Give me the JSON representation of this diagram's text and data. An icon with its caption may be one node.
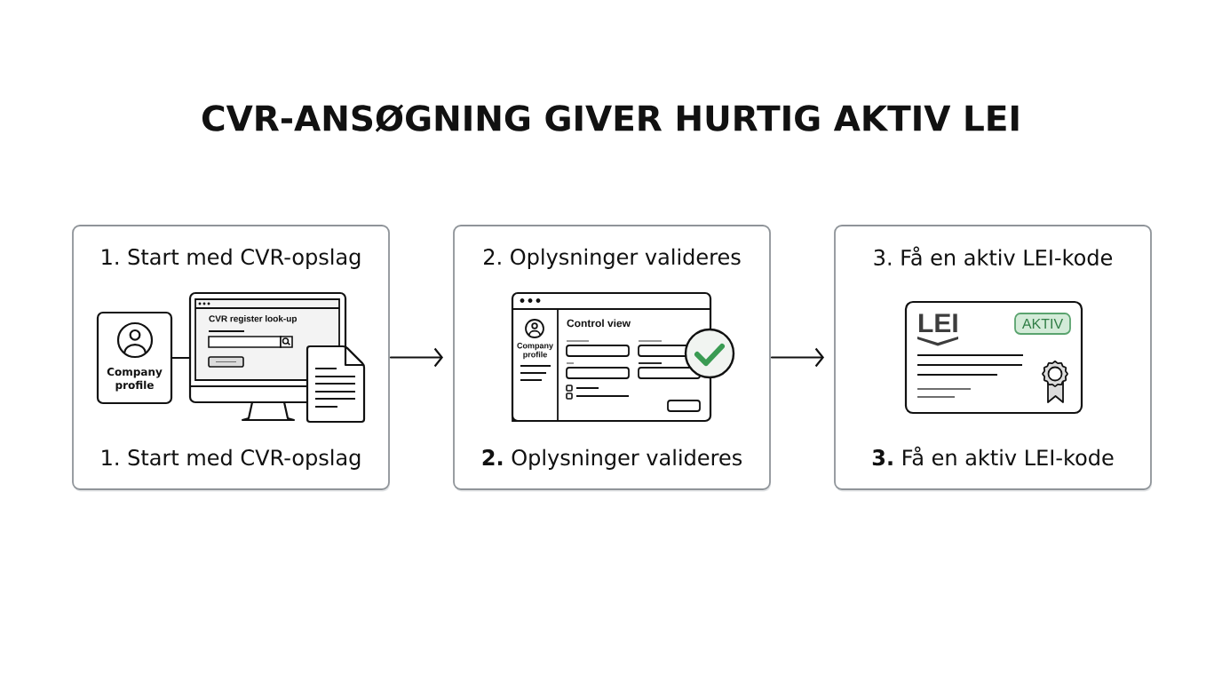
{
  "diagram": {
    "title": "CVR-ANSØGNING GIVER HURTIG AKTIV LEI",
    "nodes": [
      {
        "text": [
          "1. Start med CVR-opslag",
          "1. Start med CVR-opslag"
        ]
      },
      {
        "text": [
          "Company profile"
        ],
        "in": 0
      },
      {
        "text": [
          "CVR register look-up"
        ],
        "in": 0
      },
      {
        "text": [
          "2. Oplysninger valideres",
          "**2.** Oplysninger valideres"
        ]
      },
      {
        "text": [
          "Control view"
        ],
        "in": 3
      },
      {
        "text": [
          "Company profile"
        ],
        "in": 4
      },
      {
        "text": [
          "3. Få en aktiv LEI-kode",
          "**3.** Få en aktiv LEI-kode"
        ]
      },
      {
        "text": [
          "LEI"
        ],
        "in": 6
      },
      {
        "text": [
          "AKTIV"
        ],
        "in": 7
      }
    ],
    "edges": [
      {
        "from": 1,
        "to": 2,
        "arrow": "none"
      },
      {
        "from": 0,
        "to": 3,
        "arrow": "to"
      },
      {
        "from": 3,
        "to": 6,
        "arrow": "to"
      }
    ]
  }
}
